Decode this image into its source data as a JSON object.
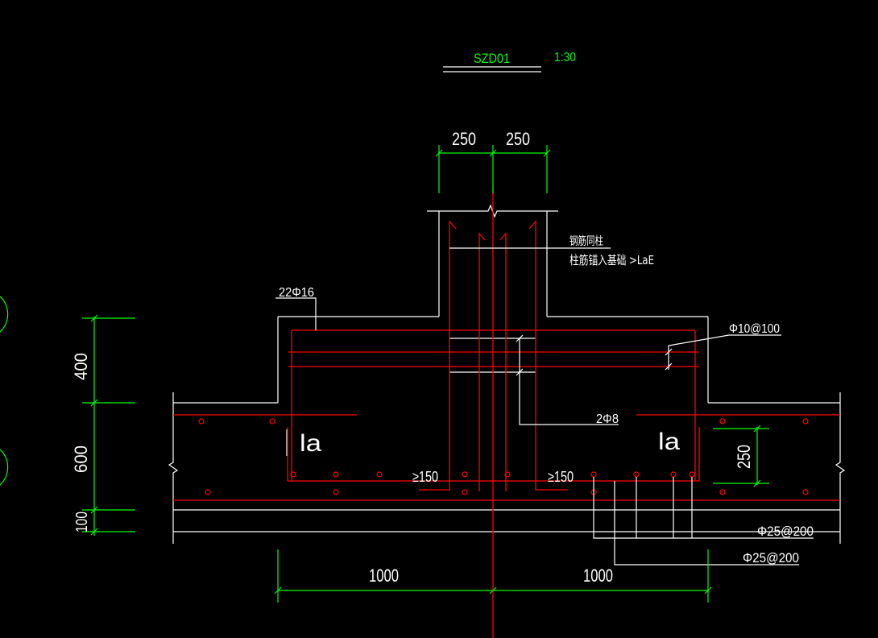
{
  "drawing": {
    "title": "SZD01",
    "scale": "1:30",
    "column_note_1": "钢筋同柱",
    "column_note_2": "柱筋锚入基础 >LaE"
  },
  "dimensions": {
    "dim_column_left": "250",
    "dim_column_right": "250",
    "dim_cap_depth": "400",
    "dim_slab_depth": "600",
    "dim_cushion_depth": "100",
    "dim_span_left": "1000",
    "dim_span_right": "1000",
    "dim_bar_offset": "250"
  },
  "rebar_labels": {
    "cap_top_bars": "22Φ16",
    "stirrups": "Φ10@100",
    "tie_bars": "2Φ8",
    "bottom_bars_upper": "Φ25@200",
    "bottom_bars_lower": "Φ25@200",
    "anchorage_left": "la",
    "anchorage_right": "la",
    "hook_left": "≥150",
    "hook_right": "≥150"
  },
  "colors": {
    "background": "#000000",
    "outline": "#ffffff",
    "rebar": "#ff0000",
    "dimension": "#00ff00",
    "title_text": "#00ff00"
  }
}
